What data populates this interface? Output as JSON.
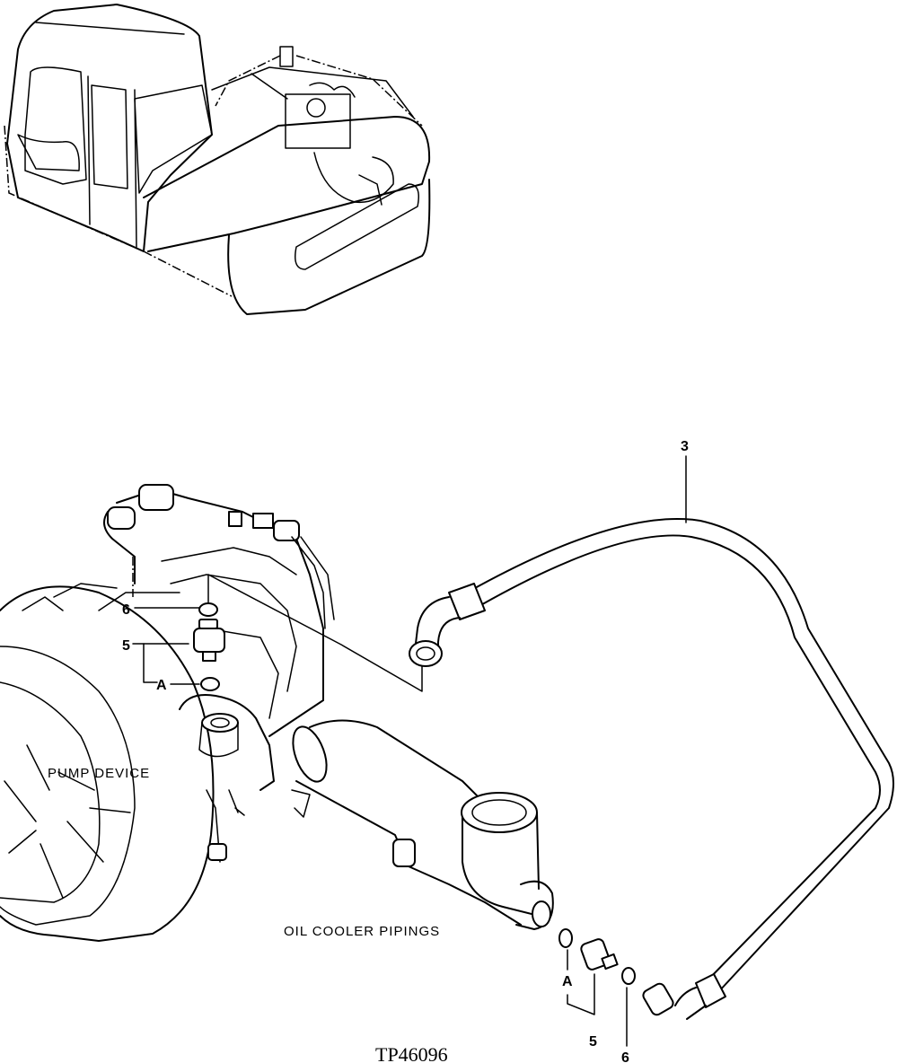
{
  "labels": {
    "pump_device": "PUMP DEVICE",
    "oil_cooler_pipings": "OIL COOLER PIPINGS",
    "drawing_code": "TP46096"
  },
  "callouts": {
    "hose": "3",
    "switch_upper": "5",
    "oring_upper": "6",
    "point_a_upper": "A",
    "point_a_lower": "A",
    "switch_lower": "5",
    "oring_lower": "6"
  }
}
